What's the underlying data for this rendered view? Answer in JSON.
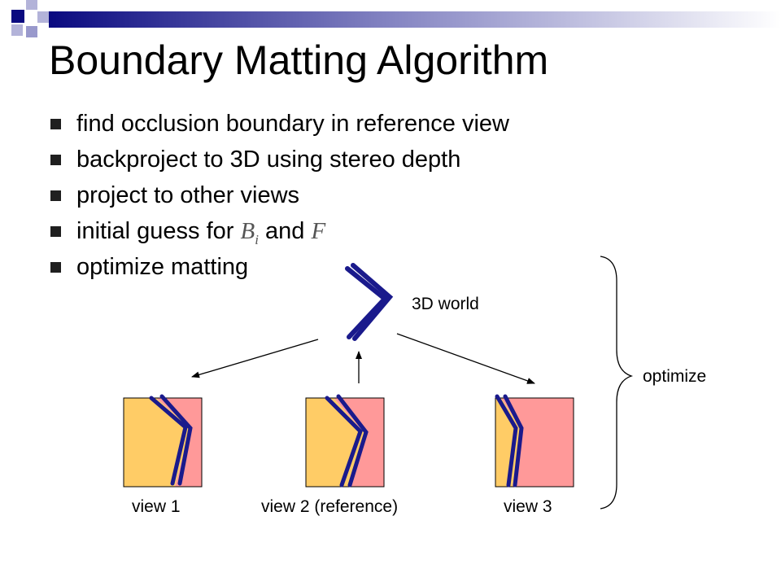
{
  "slide": {
    "title": "Boundary Matting Algorithm",
    "bullets": [
      {
        "text": "find occlusion boundary in reference view"
      },
      {
        "text": "backproject to 3D using stereo depth"
      },
      {
        "text": "project to other views"
      },
      {
        "prefix": "initial guess for ",
        "sym1": "B",
        "sym1_sub": "i",
        "middle": " and ",
        "sym2": "F"
      },
      {
        "text": "optimize matting"
      }
    ]
  },
  "diagram": {
    "world_label": "3D world",
    "optimize_label": "optimize",
    "views": [
      {
        "label": "view 1"
      },
      {
        "label": "view 2 (reference)"
      },
      {
        "label": "view 3"
      }
    ],
    "colors": {
      "foreground": "#ffcc66",
      "background": "#ff9999",
      "boundary": "#1a1a8c",
      "deco_dark": "#0a0a80",
      "deco_light": "#9999cc"
    }
  }
}
